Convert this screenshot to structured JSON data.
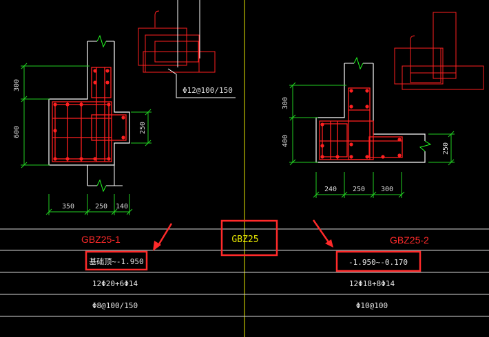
{
  "colors": {
    "background": "#000000",
    "outline": "#ffffff",
    "rebar": "#ff2020",
    "dimension": "#22d022",
    "grid_line": "#e8e800",
    "annotation": "#ff2a2a",
    "table_line": "#d8d8d8"
  },
  "left_section": {
    "dims_vertical": [
      "300",
      "600"
    ],
    "dim_right": "250",
    "dims_bottom": [
      "350",
      "250",
      "140"
    ],
    "leader_note": "Φ12@100/150"
  },
  "right_section": {
    "dims_vertical": [
      "300",
      "400"
    ],
    "dim_right": "250",
    "dims_bottom": [
      "240",
      "250",
      "300"
    ]
  },
  "labels": {
    "left_title": "GBZ25-1",
    "center_title": "GBZ25",
    "right_title": "GBZ25-2"
  },
  "table": {
    "elevation": {
      "left": "基础顶~-1.950",
      "right": "-1.950~-0.170"
    },
    "longitudinal": {
      "left": "12Φ20+6Φ14",
      "right": "12Φ18+8Φ14"
    },
    "stirrups": {
      "left": "Φ8@100/150",
      "right": "Φ10@100"
    }
  }
}
